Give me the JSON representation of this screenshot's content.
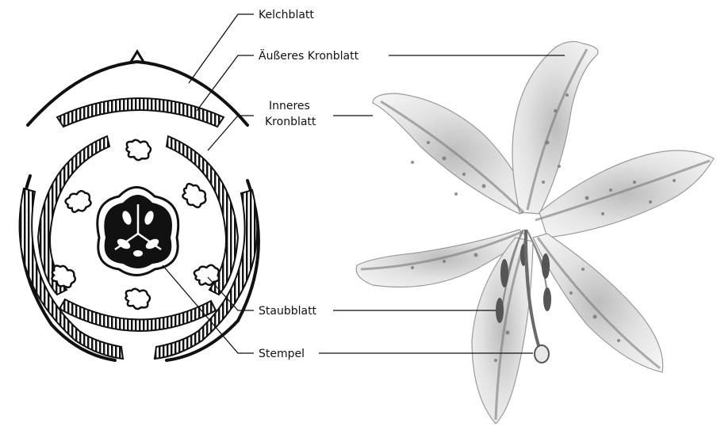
{
  "labels": {
    "kelchblatt": "Kelchblatt",
    "aeusseres_kronblatt": "Äußeres Kronblatt",
    "inneres_kronblatt_line1": "Inneres",
    "inneres_kronblatt_line2": "Kronblatt",
    "staubblatt": "Staubblatt",
    "stempel": "Stempel"
  },
  "colors": {
    "ink": "#111111",
    "petal_light": "#efefef",
    "petal_mid": "#c9c9c9",
    "petal_dark": "#8a8a8a",
    "spots": "#777777",
    "stamen": "#5a5a5a"
  }
}
